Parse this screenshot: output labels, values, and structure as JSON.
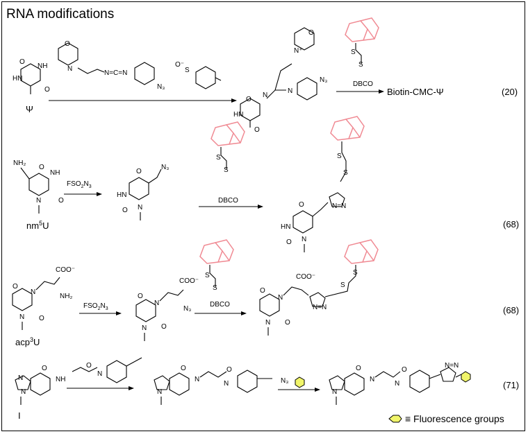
{
  "title": "RNA modifications",
  "labels": {
    "psi": "Ψ",
    "nm5u_base": "nm",
    "nm5u_sup": "5",
    "nm5u_tail": "U",
    "acp3u_base": "acp",
    "acp3u_sup": "3",
    "acp3u_tail": "U",
    "inosine": "I",
    "biotin_product": "Biotin-CMC-Ψ"
  },
  "reagents": {
    "dbco": "DBCO",
    "fso2n3_a": "FSO",
    "fso2n3_sub": "2",
    "fso2n3_b": "N",
    "fso2n3_sub2": "3"
  },
  "refs": [
    "(20)",
    "(68)",
    "(68)",
    "(71)"
  ],
  "legend": {
    "text": "≡ Fluorescence groups",
    "color": "#f1f56a"
  },
  "colors": {
    "biotin_ring": "#f08a93",
    "fluor_hex": "#f1f56a"
  }
}
